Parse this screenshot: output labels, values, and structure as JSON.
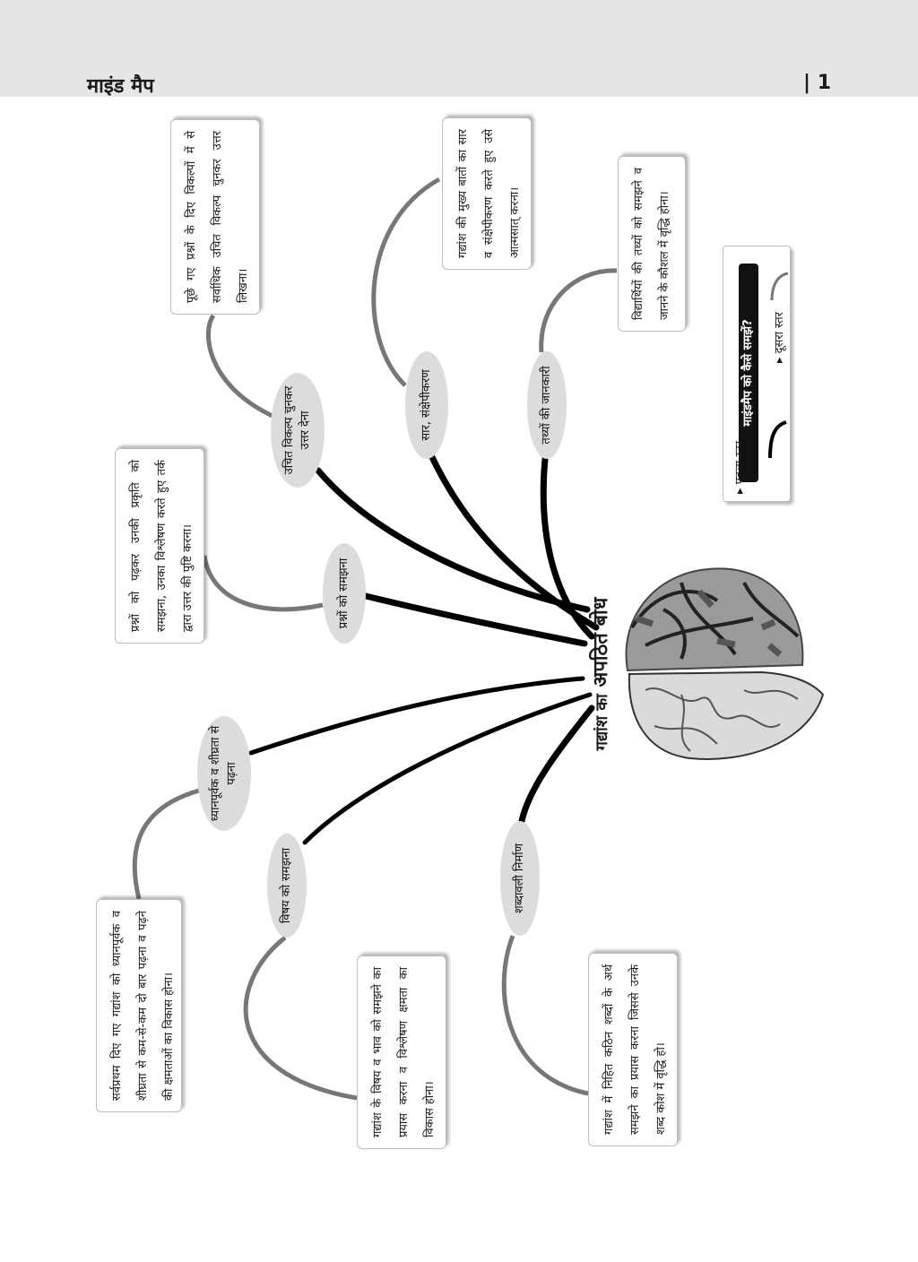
{
  "header": {
    "title": "माइंड मैप",
    "page_number": "| 1"
  },
  "center": {
    "prefix": "गद्यांश का",
    "main": "अपठित बोध"
  },
  "branches": [
    {
      "label": "उचित विकल्प चुनकर उत्तर देना",
      "detail": "पूछे गए प्रश्नों के दिए विकल्पों में से सर्वाधिक उचित विकल्प चुनकर उत्तर लिखना।"
    },
    {
      "label": "सार, संक्षेपीकरण",
      "detail": "गद्यांश की मुख्य बातों का सार व संक्षेपीकरण करते हुए उसे आत्मसात् करना।"
    },
    {
      "label": "तथ्यों की जानकारी",
      "detail": "विद्यार्थियों की तथ्यों को समझने व जानने के कौशल में वृद्धि होना।"
    },
    {
      "label": "प्रश्नों को समझना",
      "detail": "प्रश्नों को पढ़कर उनकी प्रकृति को समझना, उनका विश्लेषण करते हुए तर्क द्वारा उत्तर की पुष्टि करना।"
    },
    {
      "label": "ध्यानपूर्वक व शीघ्रता से पढ़ना",
      "detail": "सर्वप्रथम दिए गए गद्यांश को ध्यानपूर्वक व शीघ्रता से कम-से-कम दो बार पढ़ना व पढ़ने की क्षमताओं का विकास होना।"
    },
    {
      "label": "विषय को समझना",
      "detail": "गद्यांश के विषय व भाव को समझने का प्रयास करना व विश्लेषण क्षमता का विकास होना।"
    },
    {
      "label": "शब्दावली निर्माण",
      "detail": "गद्यांश में निहित कठिन शब्दों के अर्थ समझने का प्रयास करना जिससे उनके शब्द कोश में वृद्धि हो।"
    }
  ],
  "legend": {
    "title": "माइंडमैप को कैसे समझें?",
    "level1": "पहला स्तर",
    "level2": "दूसरा स्तर"
  },
  "colors": {
    "primary_line": "#000000",
    "secondary_line": "#777777",
    "node_fill": "#dcdcdc",
    "header_band": "#e6e6e6"
  }
}
